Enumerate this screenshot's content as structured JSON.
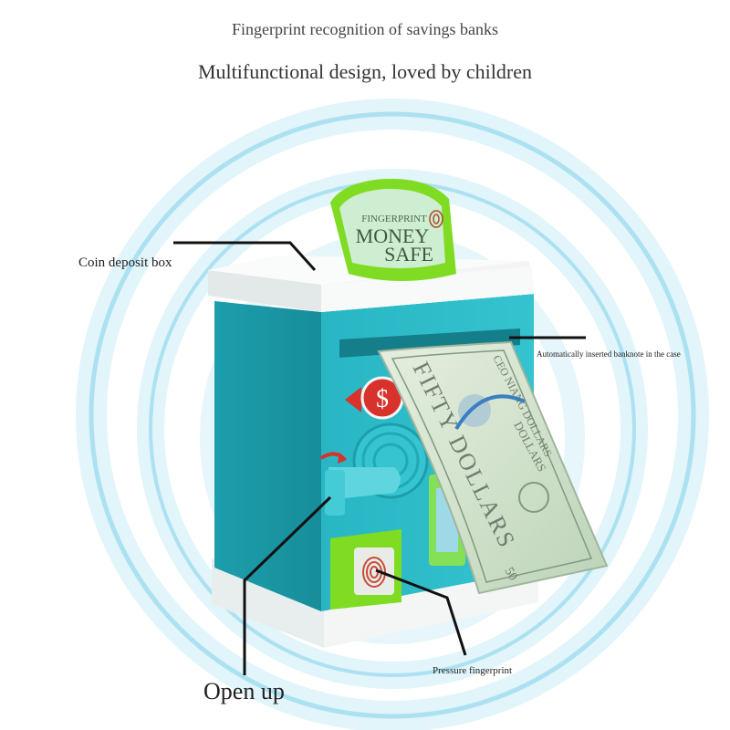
{
  "header": {
    "title": "Fingerprint recognition of savings banks",
    "subtitle": "Multifunctional design, loved by children"
  },
  "sign": {
    "top_text": "FINGERPRINT",
    "line1": "MONEY",
    "line2": "SAFE"
  },
  "banknote": {
    "text_main": "FIFTY DOLLARS",
    "text_top": "CEO NIANG DOLLARS",
    "text_small": "DOLLARS",
    "denomination": "50"
  },
  "badge": {
    "symbol": "$"
  },
  "callouts": {
    "coin_deposit": "Coin deposit box",
    "banknote_inserted": "Automatically inserted banknote in the case",
    "pressure_fingerprint": "Pressure fingerprint",
    "open_up": "Open up"
  },
  "colors": {
    "body_teal": "#2ab9c6",
    "body_dark": "#1a98a6",
    "lid_white": "#f2f4f4",
    "accent_green": "#7fdc22",
    "badge_red": "#d8322c",
    "halo_blue": "#7fd2ea",
    "note_green": "#cfe0c8"
  }
}
